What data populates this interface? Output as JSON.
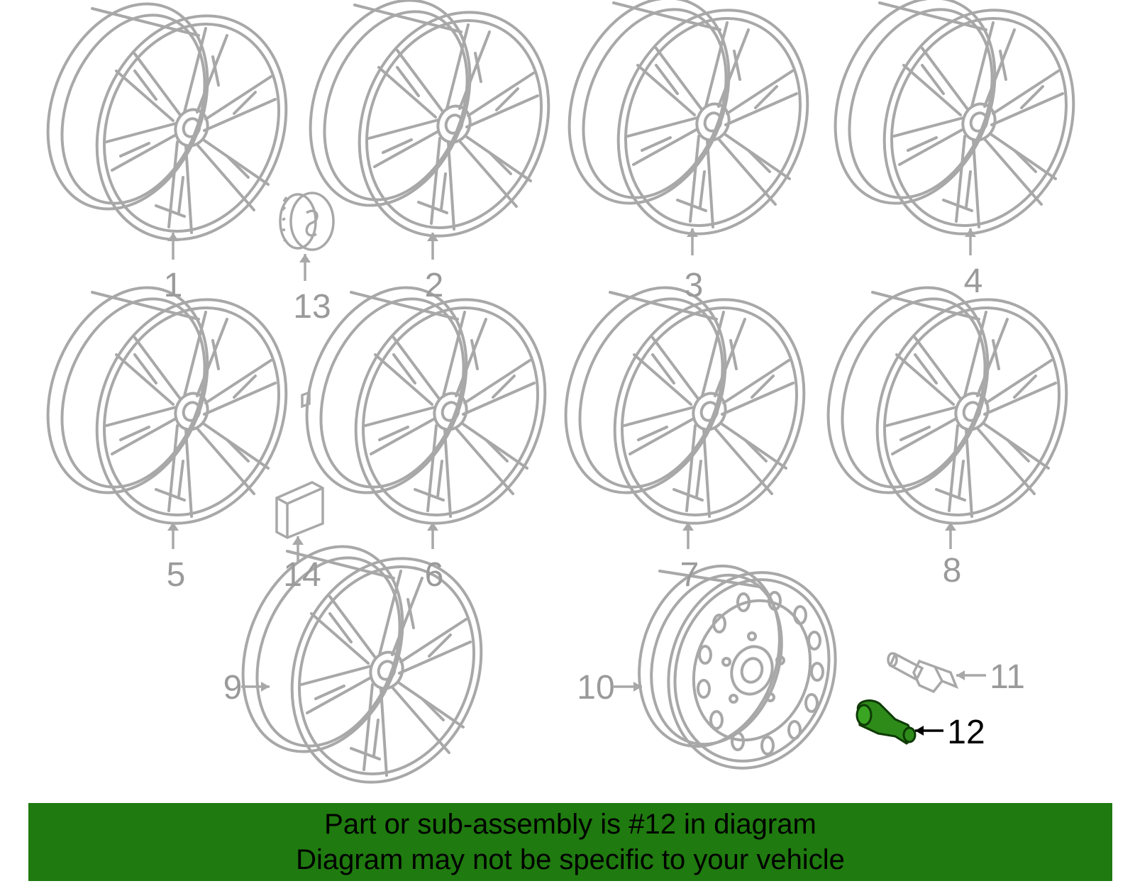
{
  "diagram": {
    "parts": [
      {
        "number": "1"
      },
      {
        "number": "2"
      },
      {
        "number": "3"
      },
      {
        "number": "4"
      },
      {
        "number": "5"
      },
      {
        "number": "6"
      },
      {
        "number": "7"
      },
      {
        "number": "8"
      },
      {
        "number": "9"
      },
      {
        "number": "10"
      },
      {
        "number": "11"
      },
      {
        "number": "12"
      },
      {
        "number": "13"
      },
      {
        "number": "14"
      }
    ],
    "highlighted_part": "12"
  },
  "banner": {
    "line1": "Part or sub-assembly is #12 in diagram",
    "line2": "Diagram may not be specific to your vehicle"
  },
  "colors": {
    "line": "#a8a8a8",
    "highlight": "#2e8b1a",
    "banner_bg": "#1f7a0f",
    "callout": "#9a9a9a",
    "callout_active": "#000000"
  }
}
